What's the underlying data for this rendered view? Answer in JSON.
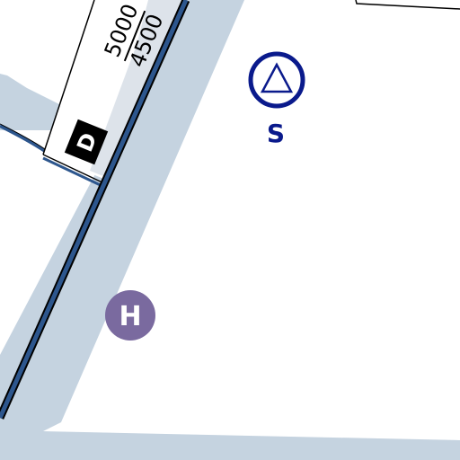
{
  "map": {
    "altitude_block": {
      "ceiling": "5000",
      "floor": "4500"
    },
    "airspace_class": "D",
    "symbols": {
      "triangle_waypoint": {
        "icon": "triangle-in-circle-icon",
        "label": "S",
        "color": "#0a1a8c"
      },
      "heliport": {
        "icon": "heliport-icon",
        "label": "H",
        "color": "#7a6a9f"
      }
    },
    "colors": {
      "corridor": "#c5d3e0",
      "boundary_line": "#2d568d",
      "tag_background": "#000000"
    }
  }
}
